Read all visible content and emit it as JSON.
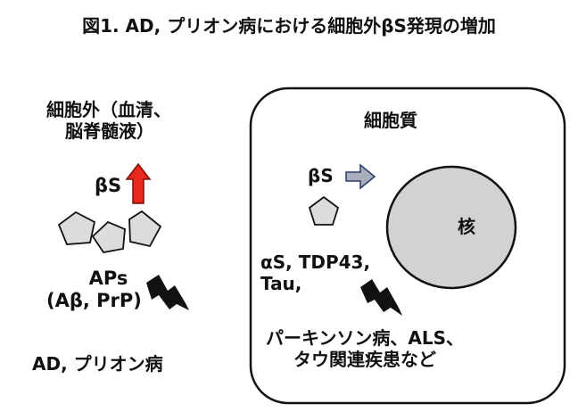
{
  "title": "図1. AD, プリオン病における細胞外βS発現の増加",
  "extracellular": {
    "label_line1": "細胞外（血清、",
    "label_line2": "脳脊髄液）",
    "beta_s": "βS",
    "aps_line1": "APs",
    "aps_line2": "(Aβ, PrP)",
    "disease": "AD, プリオン病"
  },
  "cell": {
    "label": "細胞質",
    "beta_s": "βS",
    "nucleus": "核",
    "proteins_line1": "αS, TDP43,",
    "proteins_line2": "Tau,",
    "disease_line1": "パーキンソン病、ALS、",
    "disease_line2": "タウ関連疾患など"
  },
  "colors": {
    "up_arrow": "#e8281c",
    "right_arrow": "#a9aebd",
    "nucleus_fill": "#d2d2d2",
    "pentagon_fill": "#dcdcdc"
  },
  "icons": [
    "up-arrow-icon",
    "right-arrow-icon",
    "lightning-bolt-icon",
    "pentagon-icon"
  ]
}
